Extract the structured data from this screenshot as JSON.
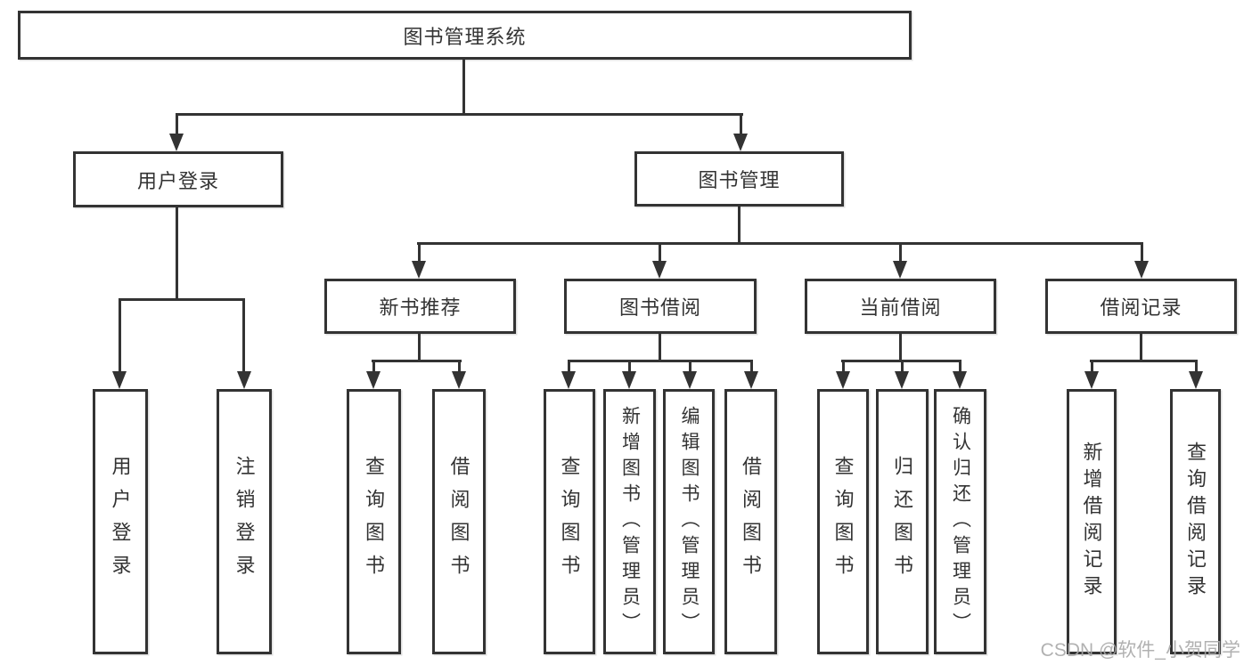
{
  "diagram_title": "图书管理系统",
  "nodes": {
    "root": {
      "label": "图书管理系统"
    },
    "user_login": {
      "label": "用户登录"
    },
    "book_mgmt": {
      "label": "图书管理"
    },
    "new_book_rec": {
      "label": "新书推荐"
    },
    "book_borrow": {
      "label": "图书借阅"
    },
    "current_borrow": {
      "label": "当前借阅"
    },
    "borrow_record": {
      "label": "借阅记录"
    },
    "leaf_user_login": {
      "label": "用户登录"
    },
    "leaf_logout": {
      "label": "注销登录"
    },
    "leaf_query_book_rec": {
      "label": "查询图书"
    },
    "leaf_borrow_book_rec": {
      "label": "借阅图书"
    },
    "leaf_query_book_borrow": {
      "label": "查询图书"
    },
    "leaf_add_book": {
      "label": "新增图书（管理员）"
    },
    "leaf_edit_book": {
      "label": "编辑图书（管理员）"
    },
    "leaf_borrow_book": {
      "label": "借阅图书"
    },
    "leaf_query_book_current": {
      "label": "查询图书"
    },
    "leaf_return_book": {
      "label": "归还图书"
    },
    "leaf_confirm_return": {
      "label": "确认归还（管理员）"
    },
    "leaf_add_record": {
      "label": "新增借阅记录"
    },
    "leaf_query_record": {
      "label": "查询借阅记录"
    }
  },
  "watermark": {
    "text": "CSDN @软件_小贺同学"
  },
  "colors": {
    "line": "#333333",
    "text": "#333333",
    "background": "#ffffff",
    "watermark": "#a8a8a8"
  }
}
